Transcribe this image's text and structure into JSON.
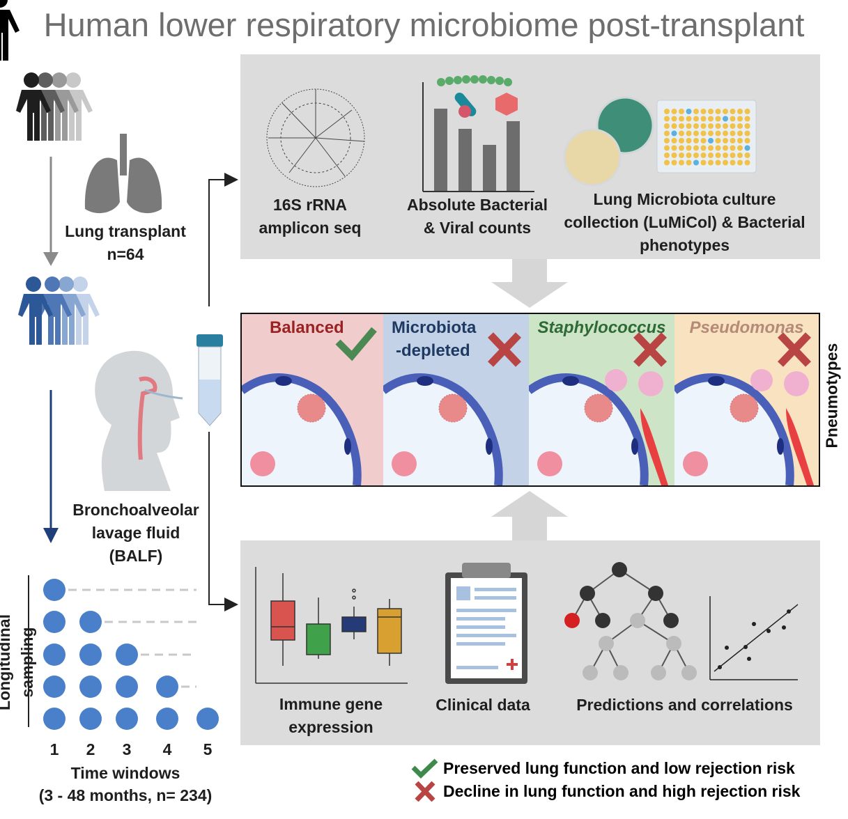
{
  "title": "Human lower respiratory microbiome post-transplant",
  "left": {
    "transplant_label": "Lung transplant",
    "transplant_n": "n=64",
    "balf_lines": [
      "Bronchoalveolar",
      "lavage fluid",
      "(BALF)"
    ],
    "sampling_label": "Longitudinal sampling",
    "time_windows": [
      "1",
      "2",
      "3",
      "4",
      "5"
    ],
    "time_label": "Time windows",
    "time_sub": "(3 - 48 months, n= 234)"
  },
  "top_panel": {
    "items": [
      {
        "lines": [
          "16S rRNA",
          "amplicon seq"
        ],
        "icon": "phylogenetic-tree-icon"
      },
      {
        "lines": [
          "Absolute Bacterial",
          "& Viral counts"
        ],
        "icon": "bar-chart-icon"
      },
      {
        "lines": [
          "Lung Microbiota culture",
          "collection (LuMiCol) & Bacterial",
          "phenotypes"
        ],
        "icon": "petri-dish-icon"
      }
    ]
  },
  "pneumotypes": {
    "label": "Pneumotypes",
    "panels": [
      {
        "line1": "Balanced",
        "line2": "",
        "outcome": "check",
        "color": "#f0cccc",
        "text_color": "#9b2222"
      },
      {
        "line1": "Microbiota",
        "line2": "-depleted",
        "outcome": "cross",
        "color": "#c3d2e6",
        "text_color": "#1e3a63"
      },
      {
        "line1": "Staphylococcus",
        "line2": "",
        "outcome": "cross",
        "color": "#cde5c6",
        "text_color": "#2e6a36"
      },
      {
        "line1": "Pseudomonas",
        "line2": "",
        "outcome": "cross",
        "color": "#f8e2c0",
        "text_color": "#b58a78"
      }
    ]
  },
  "bottom_panel": {
    "items": [
      {
        "lines": [
          "Immune gene",
          "expression"
        ],
        "icon": "boxplot-icon"
      },
      {
        "lines": [
          "Clinical data"
        ],
        "icon": "clipboard-icon"
      },
      {
        "lines": [
          "Predictions and correlations"
        ],
        "icon": "decision-tree-icon"
      }
    ]
  },
  "legend": [
    {
      "icon": "check",
      "text": "Preserved lung function and low rejection risk",
      "color": "#3e8a4c"
    },
    {
      "icon": "cross",
      "text": "Decline in lung function and high rejection risk",
      "color": "#b84444"
    }
  ],
  "colors": {
    "panel_gray": "#dcdcdc",
    "dot_blue": "#4a7fc9",
    "check_green": "#4a8a52",
    "cross_red": "#b84444"
  }
}
